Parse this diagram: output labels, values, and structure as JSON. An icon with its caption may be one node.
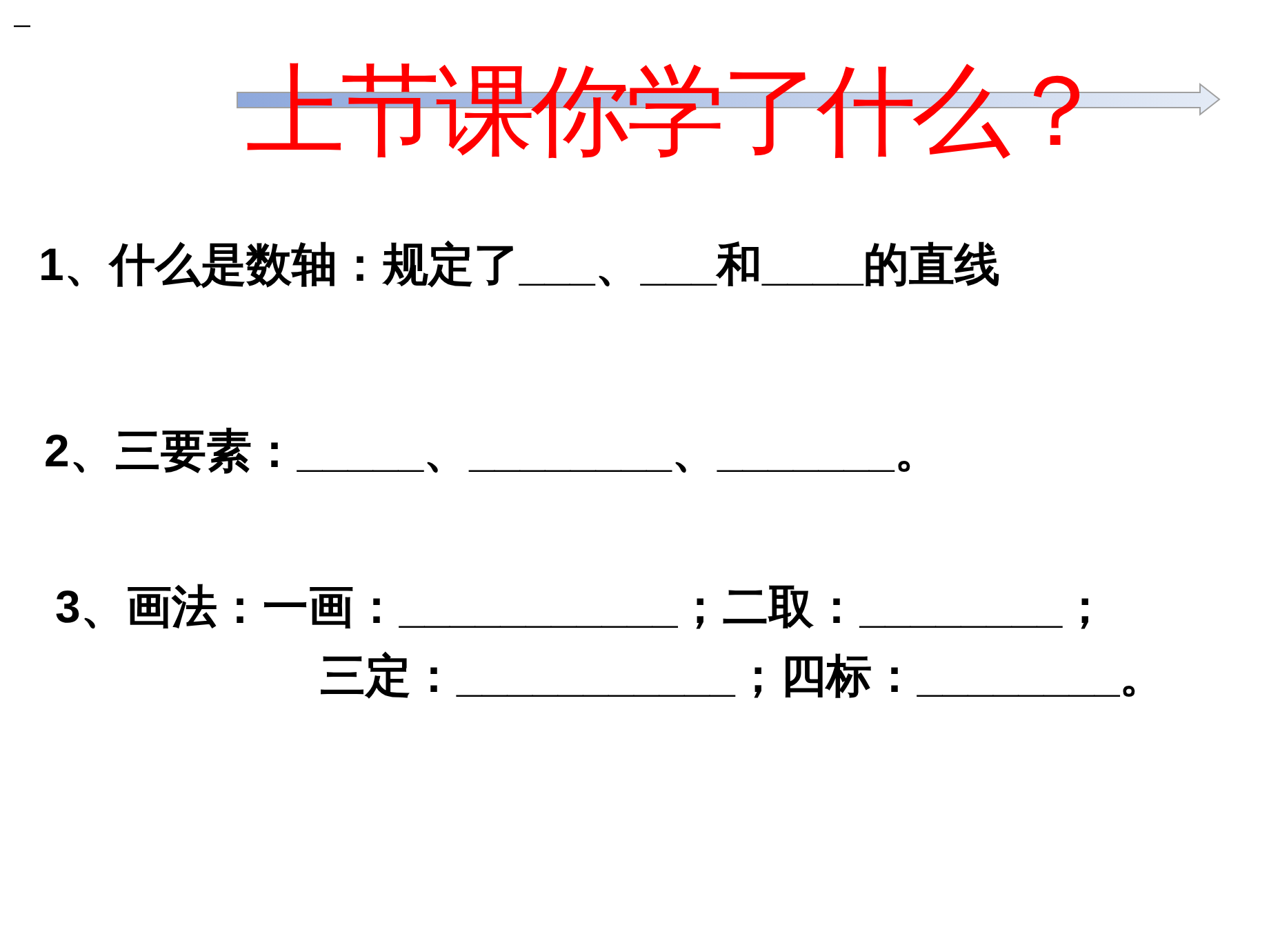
{
  "diagram": {
    "title": "上节课你学了什么？",
    "labels": [
      "1、什么是数轴：规定了___、___和____的直线",
      "2、三要素：_____、________、_______。",
      "3、画法：一画：___________；二取：________；",
      "三定：___________；四标：________。"
    ]
  }
}
